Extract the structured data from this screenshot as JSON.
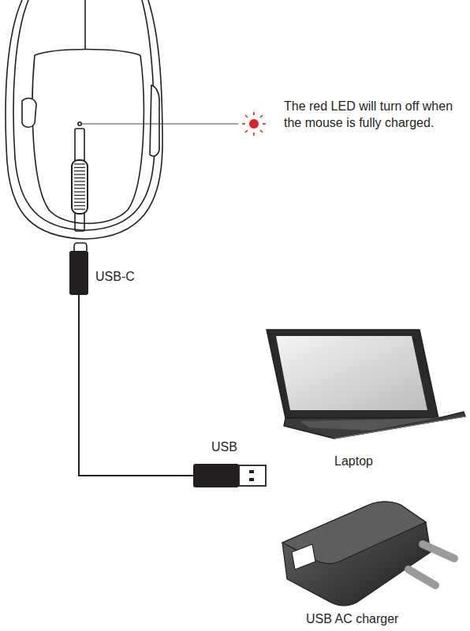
{
  "diagram": {
    "labels": [
      "The red LED will turn off when the mouse is fully charged.",
      "USB-C",
      "USB",
      "Laptop",
      "USB AC charger"
    ]
  }
}
